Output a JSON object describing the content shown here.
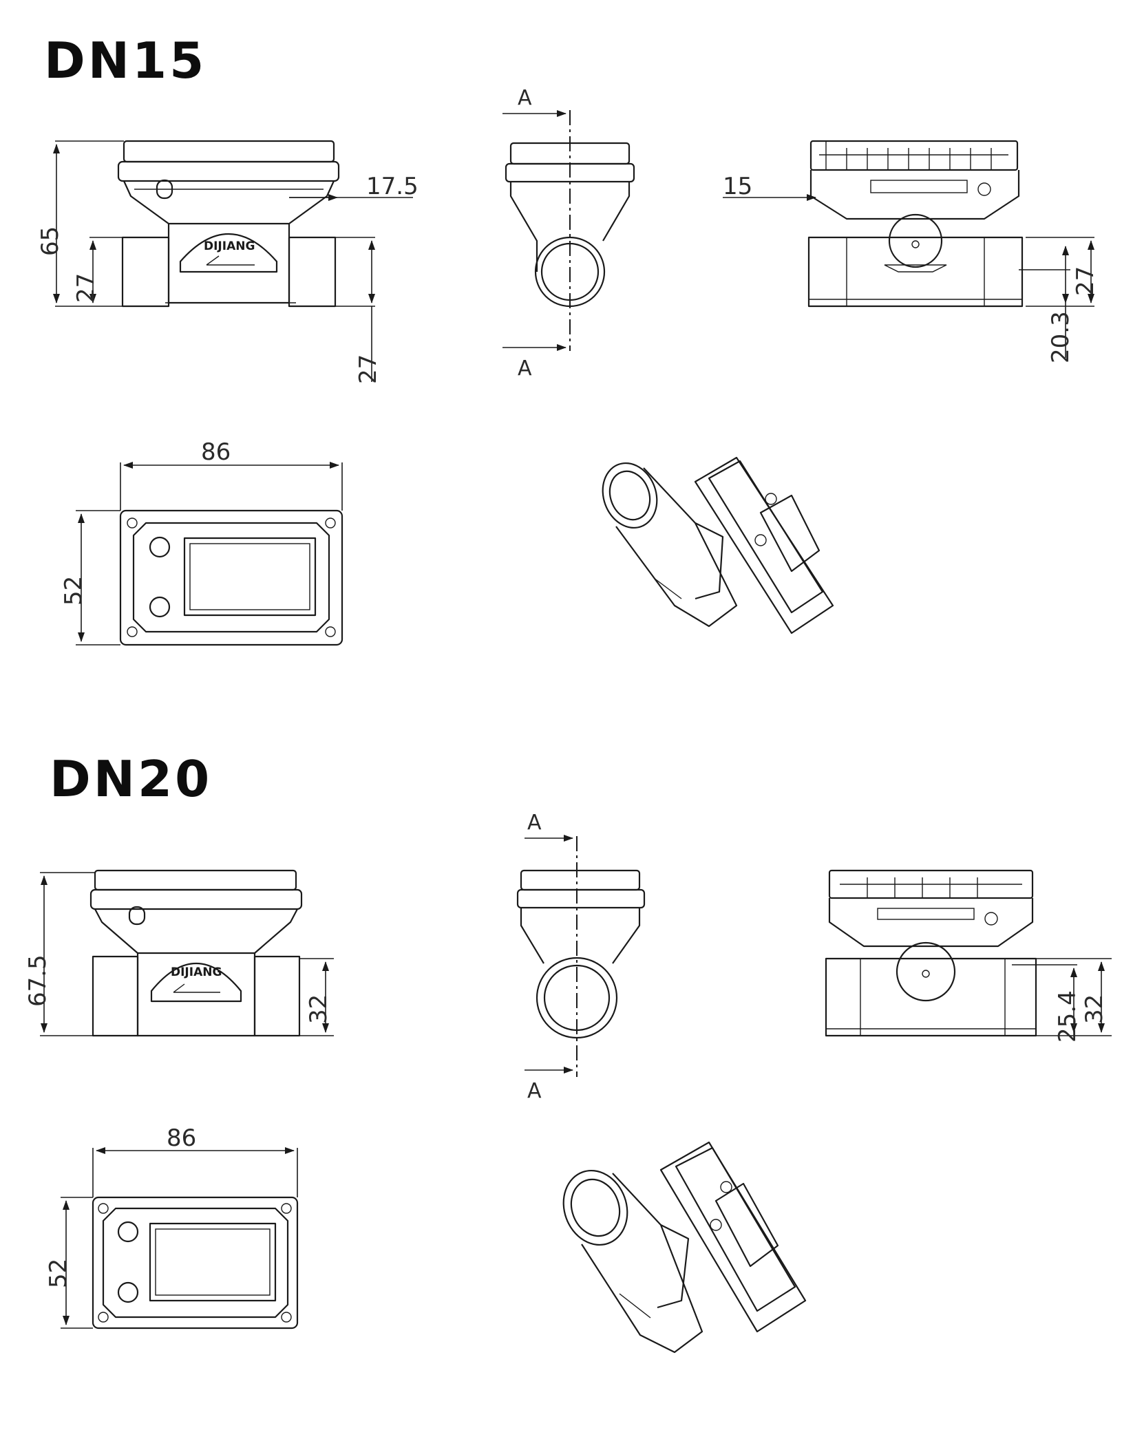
{
  "sections": [
    {
      "title": "DN15",
      "brand": "DIJIANG",
      "section_label": "A",
      "dims": {
        "height_overall": "65",
        "pipe_height": "27",
        "pipe_height_lower": "27",
        "offset_front": "17.5",
        "offset_side": "15",
        "side_pipe_height": "27",
        "side_center": "20.3",
        "top_width": "86",
        "top_depth": "52"
      }
    },
    {
      "title": "DN20",
      "brand": "DIJIANG",
      "section_label": "A",
      "dims": {
        "height_overall": "67.5",
        "pipe_height": "32",
        "side_center": "25.4",
        "side_pipe_height": "32",
        "top_width": "86",
        "top_depth": "52"
      }
    }
  ]
}
